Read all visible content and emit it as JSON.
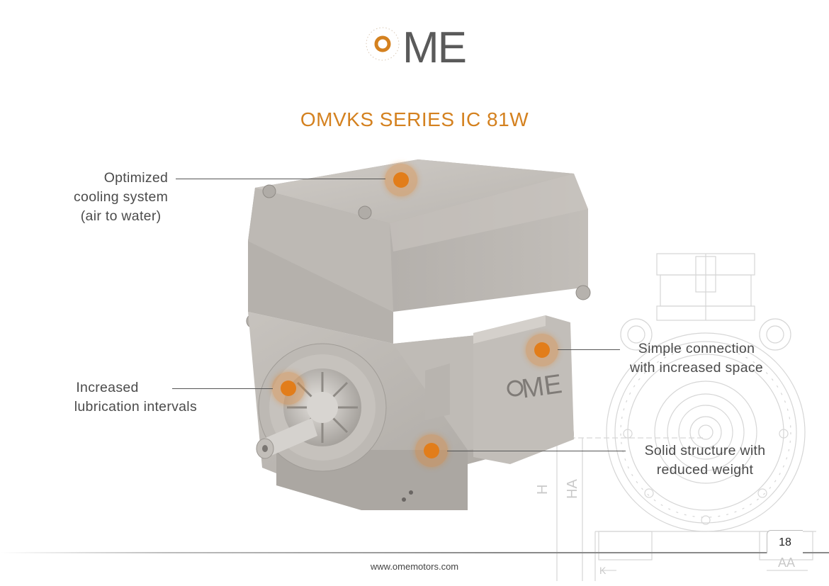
{
  "brand": {
    "logo_text": "ME"
  },
  "title": "OMVKS SERIES IC 81W",
  "callouts": {
    "cooling": [
      "Optimized",
      "cooling system",
      "(air to water)"
    ],
    "lubrication": [
      "Increased",
      "lubrication intervals"
    ],
    "connection": [
      "Simple connection",
      "with increased space"
    ],
    "structure": [
      "Solid structure with",
      "reduced weight"
    ]
  },
  "motor_badge": "ME",
  "drawing_labels": {
    "h": "H",
    "ha": "HA",
    "k": "K",
    "aa": "AA"
  },
  "footer": {
    "url": "www.omemotors.com",
    "page": "18"
  },
  "colors": {
    "accent": "#d4811f",
    "hotspot": "#e27d1a",
    "text": "#4b4b4b"
  }
}
